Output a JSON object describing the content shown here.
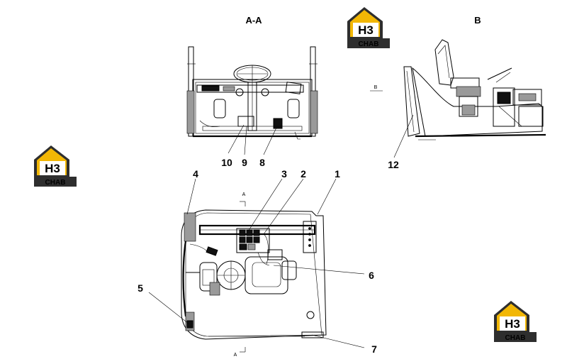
{
  "views": {
    "aa_title": "A-A",
    "b_title": "B"
  },
  "callouts": [
    "1",
    "2",
    "3",
    "4",
    "5",
    "6",
    "7",
    "8",
    "9",
    "10",
    "12"
  ],
  "section_marks": {
    "a_top": "A",
    "a_bottom": "A",
    "b_mark": "B"
  },
  "logo": {
    "text_top": "H3",
    "text_bottom": "CHAB",
    "color_yellow": "#f2b705",
    "color_dark": "#2e2e2e"
  }
}
